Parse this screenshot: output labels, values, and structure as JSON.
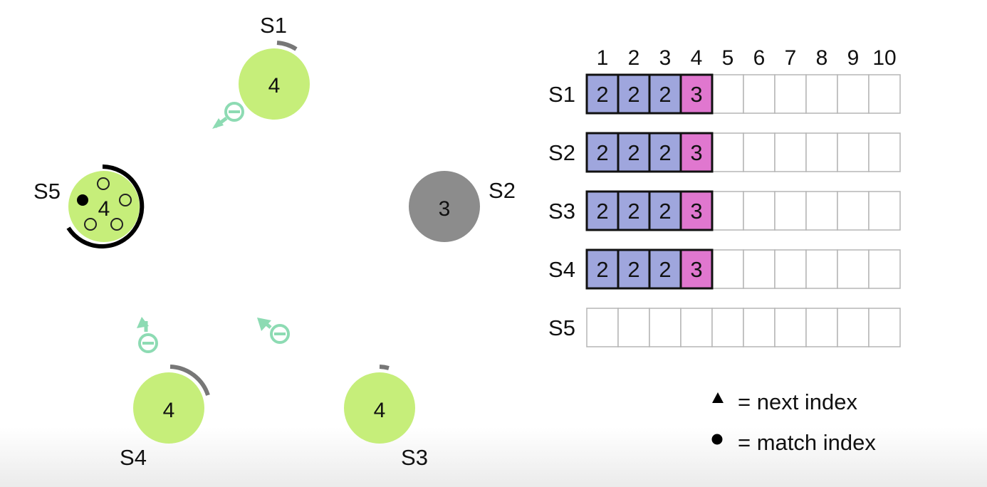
{
  "servers": [
    {
      "id": "S1",
      "term": "4",
      "state": "follower"
    },
    {
      "id": "S2",
      "term": "3",
      "state": "crashed"
    },
    {
      "id": "S3",
      "term": "4",
      "state": "follower"
    },
    {
      "id": "S4",
      "term": "4",
      "state": "follower"
    },
    {
      "id": "S5",
      "term": "4",
      "state": "leader"
    }
  ],
  "log": {
    "index_headers": [
      "1",
      "2",
      "3",
      "4",
      "5",
      "6",
      "7",
      "8",
      "9",
      "10"
    ],
    "rows": [
      {
        "server": "S1",
        "entries": [
          "2",
          "2",
          "2",
          "3"
        ]
      },
      {
        "server": "S2",
        "entries": [
          "2",
          "2",
          "2",
          "3"
        ]
      },
      {
        "server": "S3",
        "entries": [
          "2",
          "2",
          "2",
          "3"
        ]
      },
      {
        "server": "S4",
        "entries": [
          "2",
          "2",
          "2",
          "3"
        ]
      },
      {
        "server": "S5",
        "entries": []
      }
    ]
  },
  "legend": {
    "next_index": "= next index",
    "match_index": "= match index"
  },
  "colors": {
    "live_server": "#c6ee7a",
    "crashed_server": "#8c8c8c",
    "term_2_entry": "#9fa6dd",
    "term_3_entry": "#e077cf",
    "message": "#8ddbb3"
  }
}
